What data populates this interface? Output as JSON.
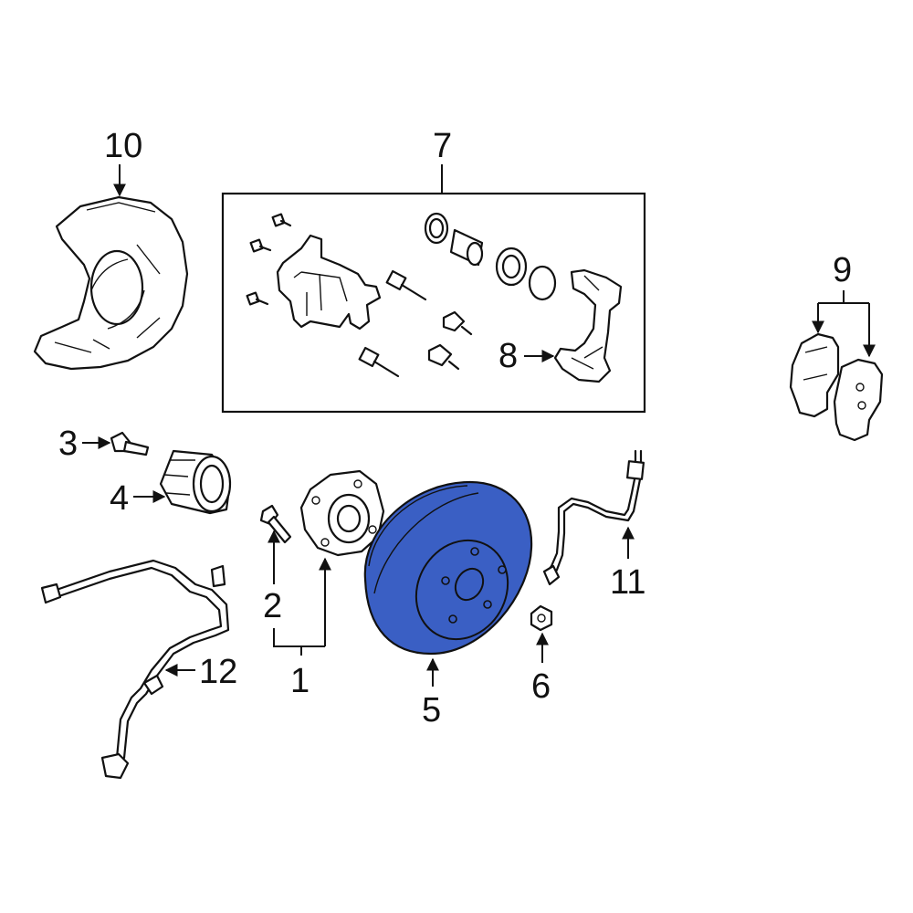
{
  "colors": {
    "highlight": "#3a5fc4",
    "line": "#111111",
    "background": "#ffffff"
  },
  "labels": {
    "l1": "1",
    "l2": "2",
    "l3": "3",
    "l4": "4",
    "l5": "5",
    "l6": "6",
    "l7": "7",
    "l8": "8",
    "l9": "9",
    "l10": "10",
    "l11": "11",
    "l12": "12"
  },
  "highlighted_part": "5"
}
